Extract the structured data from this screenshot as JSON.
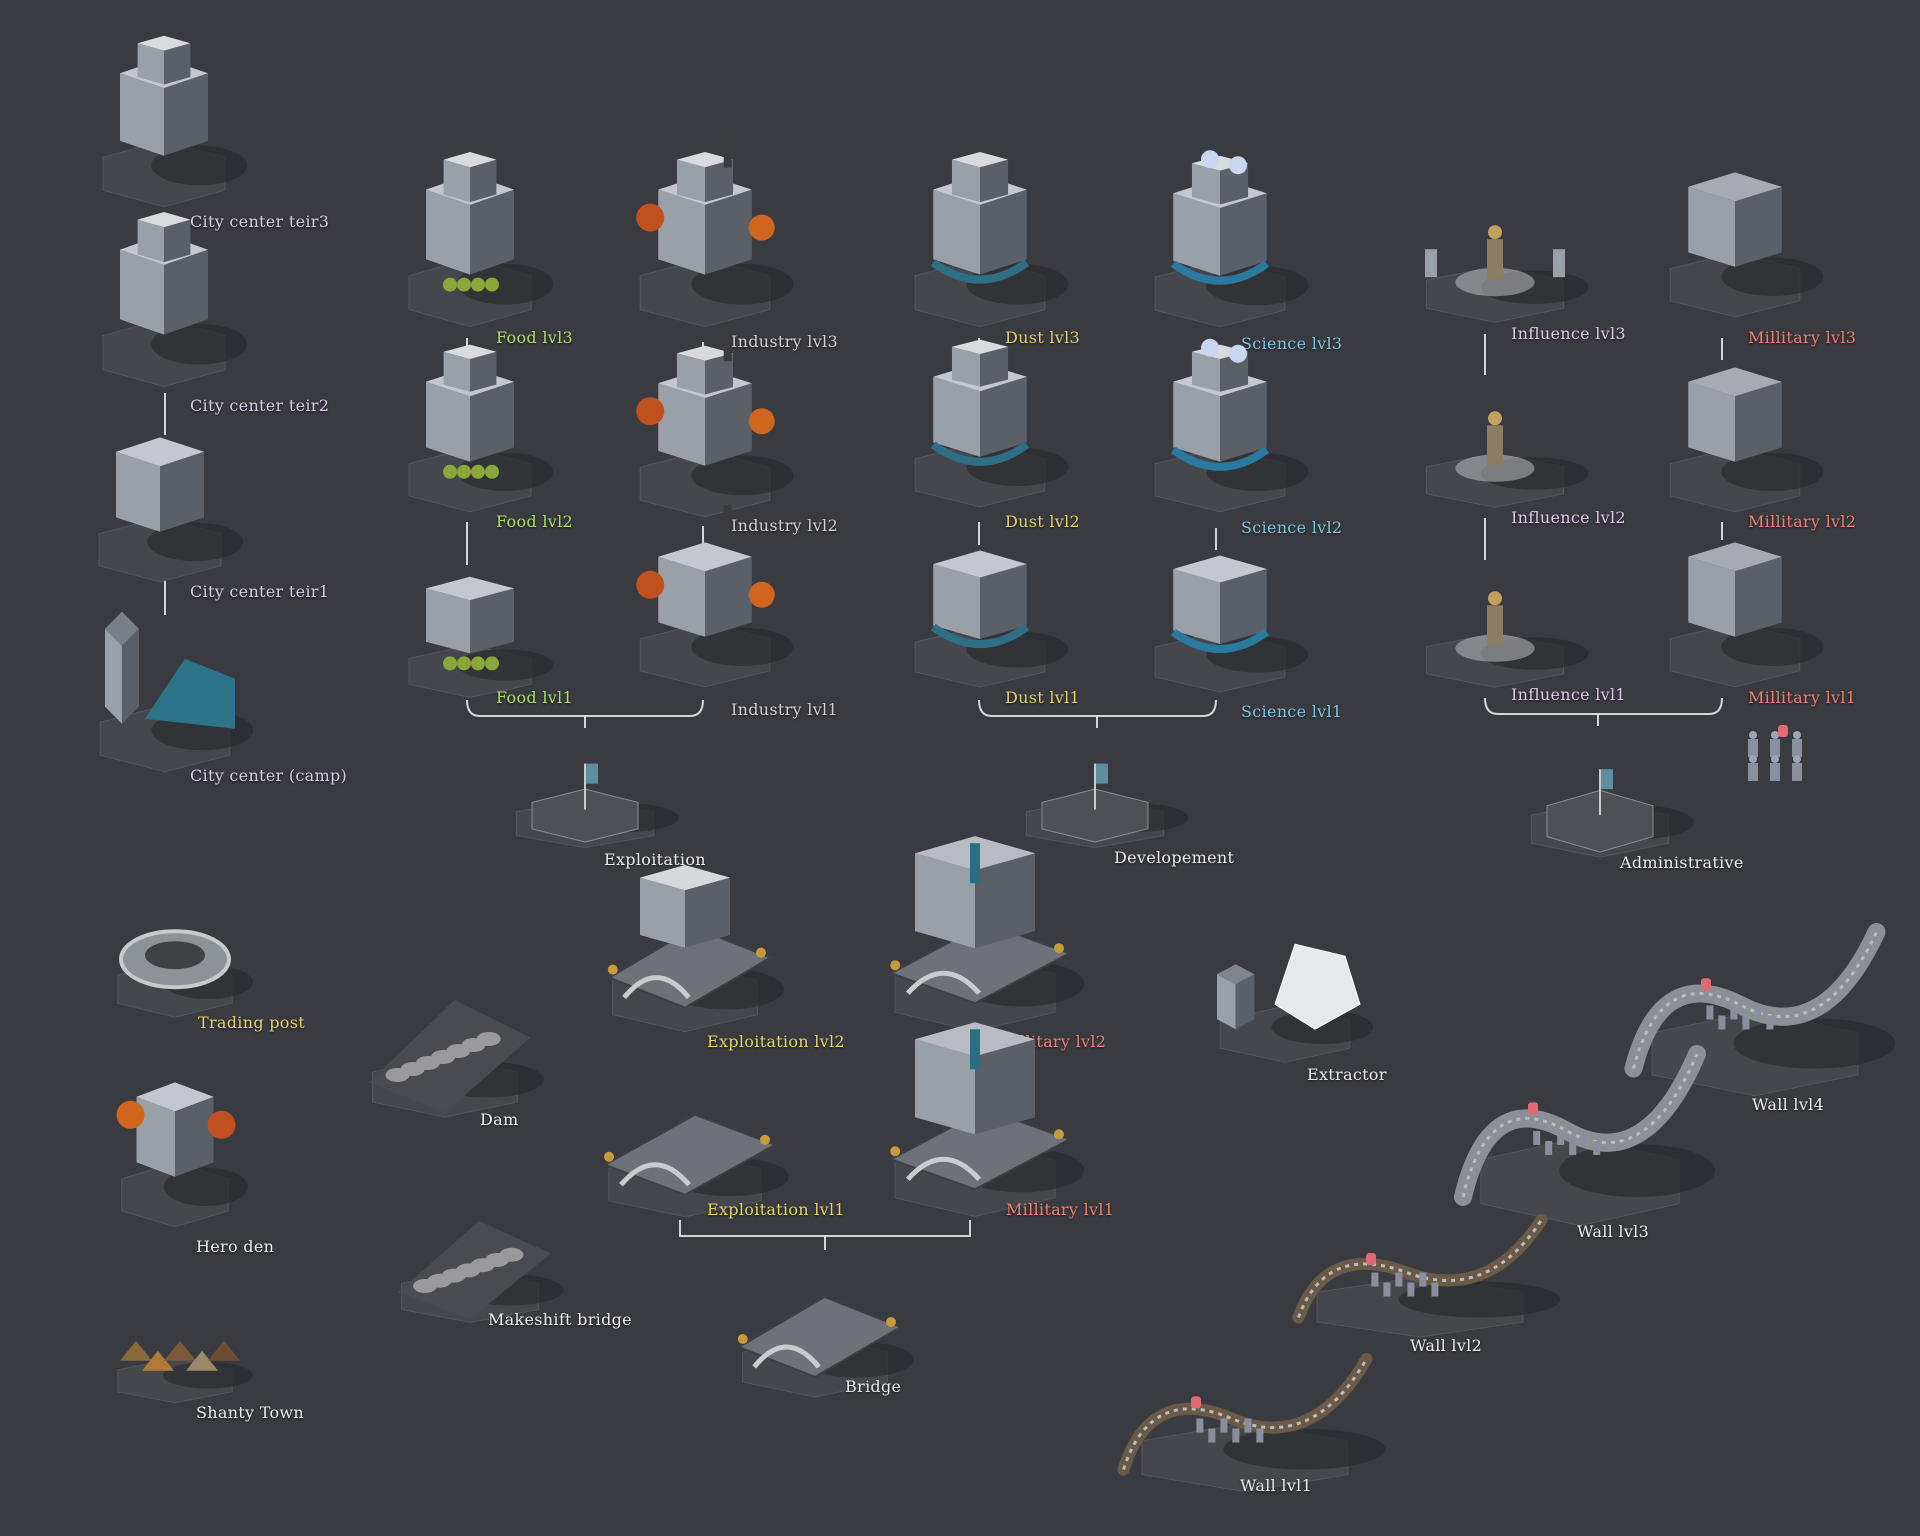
{
  "colors": {
    "background": "#3a3b40",
    "connector": "#e6e6ea",
    "label_city": "#d8cce6",
    "label_food": "#a9e06a",
    "label_industry": "#d6cfd0",
    "label_dust": "#e8cf72",
    "label_science": "#7ec6e6",
    "label_influence": "#e0c8ea",
    "label_military": "#f08070",
    "label_neutral": "#ececec",
    "label_trade": "#e8d36a"
  },
  "buildings": [
    {
      "id": "city-center-tier3",
      "label": "City center teir3",
      "icon": "city-hall-icon",
      "category": "city"
    },
    {
      "id": "city-center-tier2",
      "label": "City center teir2",
      "icon": "city-hall-icon",
      "category": "city"
    },
    {
      "id": "city-center-tier1",
      "label": "City center teir1",
      "icon": "house-icon",
      "category": "city"
    },
    {
      "id": "city-center-camp",
      "label": "City center (camp)",
      "icon": "tent-icon",
      "category": "city"
    },
    {
      "id": "food-lvl3",
      "label": "Food lvl3",
      "icon": "farm-tower-icon",
      "category": "food"
    },
    {
      "id": "food-lvl2",
      "label": "Food lvl2",
      "icon": "farm-tower-icon",
      "category": "food"
    },
    {
      "id": "food-lvl1",
      "label": "Food lvl1",
      "icon": "farm-hut-icon",
      "category": "food"
    },
    {
      "id": "industry-lvl3",
      "label": "Industry lvl3",
      "icon": "factory-icon",
      "category": "industry"
    },
    {
      "id": "industry-lvl2",
      "label": "Industry lvl2",
      "icon": "factory-icon",
      "category": "industry"
    },
    {
      "id": "industry-lvl1",
      "label": "Industry lvl1",
      "icon": "forge-icon",
      "category": "industry"
    },
    {
      "id": "dust-lvl3",
      "label": "Dust lvl3",
      "icon": "dust-refinery-icon",
      "category": "dust"
    },
    {
      "id": "dust-lvl2",
      "label": "Dust lvl2",
      "icon": "dust-refinery-icon",
      "category": "dust"
    },
    {
      "id": "dust-lvl1",
      "label": "Dust lvl1",
      "icon": "dust-arch-icon",
      "category": "dust"
    },
    {
      "id": "science-lvl3",
      "label": "Science lvl3",
      "icon": "observatory-icon",
      "category": "science"
    },
    {
      "id": "science-lvl2",
      "label": "Science lvl2",
      "icon": "observatory-icon",
      "category": "science"
    },
    {
      "id": "science-lvl1",
      "label": "Science lvl1",
      "icon": "lab-icon",
      "category": "science"
    },
    {
      "id": "influence-lvl3",
      "label": "Influence lvl3",
      "icon": "plaza-statue-icon",
      "category": "influence"
    },
    {
      "id": "influence-lvl2",
      "label": "Influence lvl2",
      "icon": "statue-icon",
      "category": "influence"
    },
    {
      "id": "influence-lvl1",
      "label": "Influence lvl1",
      "icon": "statue-icon",
      "category": "influence"
    },
    {
      "id": "military-lvl3",
      "label": "Millitary lvl3",
      "icon": "fortress-icon",
      "category": "military"
    },
    {
      "id": "military-lvl2",
      "label": "Millitary lvl2",
      "icon": "fortress-icon",
      "category": "military"
    },
    {
      "id": "military-lvl1",
      "label": "Millitary lvl1",
      "icon": "fortress-icon",
      "category": "military"
    },
    {
      "id": "exploitation",
      "label": "Exploitation",
      "icon": "dig-site-icon",
      "category": "neutral"
    },
    {
      "id": "developement",
      "label": "Developement",
      "icon": "banner-site-icon",
      "category": "neutral"
    },
    {
      "id": "administrative",
      "label": "Administrative",
      "icon": "flag-site-icon",
      "category": "neutral"
    },
    {
      "id": "trading-post",
      "label": "Trading post",
      "icon": "ring-market-icon",
      "category": "trade"
    },
    {
      "id": "hero-den",
      "label": "Hero den",
      "icon": "pagoda-icon",
      "category": "neutral"
    },
    {
      "id": "shanty-town",
      "label": "Shanty Town",
      "icon": "shacks-icon",
      "category": "neutral"
    },
    {
      "id": "dam",
      "label": "Dam",
      "icon": "dam-icon",
      "category": "neutral"
    },
    {
      "id": "makeshift-bridge",
      "label": "Makeshift bridge",
      "icon": "rubble-bridge-icon",
      "category": "neutral"
    },
    {
      "id": "exploitation-lvl2",
      "label": "Exploitation lvl2",
      "icon": "bridge-hall-icon",
      "category": "trade"
    },
    {
      "id": "exploitation-lvl1",
      "label": "Exploitation lvl1",
      "icon": "stone-bridge-icon",
      "category": "trade"
    },
    {
      "id": "military-bridge-lvl2",
      "label": "Millitary lvl2",
      "icon": "gatehouse-icon",
      "category": "military"
    },
    {
      "id": "military-bridge-lvl1",
      "label": "Millitary lvl1",
      "icon": "gatehouse-icon",
      "category": "military"
    },
    {
      "id": "bridge",
      "label": "Bridge",
      "icon": "stone-bridge-icon",
      "category": "neutral"
    },
    {
      "id": "extractor",
      "label": "Extractor",
      "icon": "crystal-extractor-icon",
      "category": "neutral"
    },
    {
      "id": "wall-lvl4",
      "label": "Wall lvl4",
      "icon": "stone-wall-icon",
      "category": "neutral"
    },
    {
      "id": "wall-lvl3",
      "label": "Wall lvl3",
      "icon": "stone-wall-icon",
      "category": "neutral"
    },
    {
      "id": "wall-lvl2",
      "label": "Wall lvl2",
      "icon": "palisade-icon",
      "category": "neutral"
    },
    {
      "id": "wall-lvl1",
      "label": "Wall lvl1",
      "icon": "palisade-icon",
      "category": "neutral"
    }
  ],
  "units": [
    {
      "id": "soldier-squad-1",
      "icon": "soldiers-icon"
    }
  ]
}
